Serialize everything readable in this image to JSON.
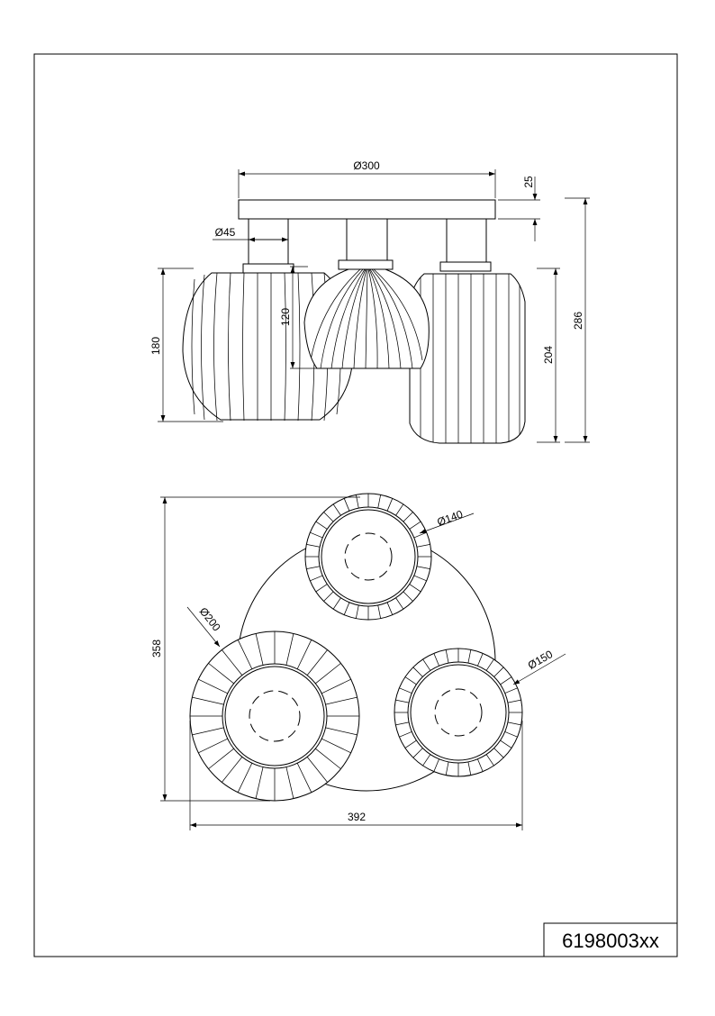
{
  "drawing": {
    "part_number": "6198003xx"
  },
  "side_view": {
    "dims": {
      "width": "Ø300",
      "canopy_height": "25",
      "socket_diameter": "Ø45",
      "left_shade_height": "180",
      "middle_shade_height": "120",
      "right_shade_height": "204",
      "overall_height": "286"
    }
  },
  "top_view": {
    "dims": {
      "depth": "358",
      "width": "392",
      "large_shade": "Ø200",
      "small_shade": "Ø140",
      "medium_shade": "Ø150"
    }
  }
}
